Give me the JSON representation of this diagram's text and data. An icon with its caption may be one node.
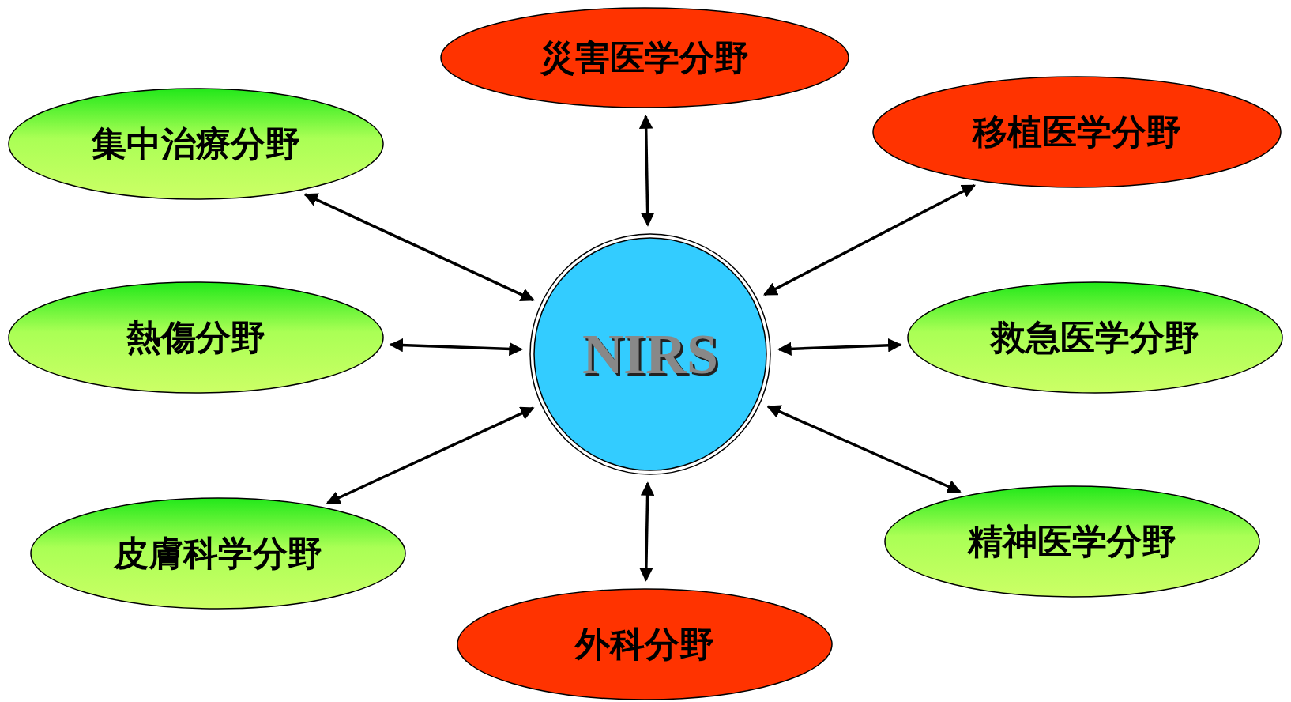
{
  "diagram": {
    "nodes": [
      {
        "text": [
          "災害医学分野"
        ]
      },
      {
        "text": [
          "集中治療分野"
        ]
      },
      {
        "text": [
          "移植医学分野"
        ]
      },
      {
        "text": [
          "熱傷分野"
        ]
      },
      {
        "text": [
          "NIRS"
        ]
      },
      {
        "text": [
          "救急医学分野"
        ]
      },
      {
        "text": [
          "皮膚科学分野"
        ]
      },
      {
        "text": [
          "精神医学分野"
        ]
      },
      {
        "text": [
          "外科分野"
        ]
      }
    ],
    "edges": [
      {
        "from": 4,
        "to": 0,
        "arrow": "both"
      },
      {
        "from": 4,
        "to": 1,
        "arrow": "both"
      },
      {
        "from": 4,
        "to": 2,
        "arrow": "both"
      },
      {
        "from": 4,
        "to": 3,
        "arrow": "both"
      },
      {
        "from": 4,
        "to": 5,
        "arrow": "both"
      },
      {
        "from": 4,
        "to": 6,
        "arrow": "both"
      },
      {
        "from": 4,
        "to": 7,
        "arrow": "both"
      },
      {
        "from": 4,
        "to": 8,
        "arrow": "both"
      }
    ]
  }
}
